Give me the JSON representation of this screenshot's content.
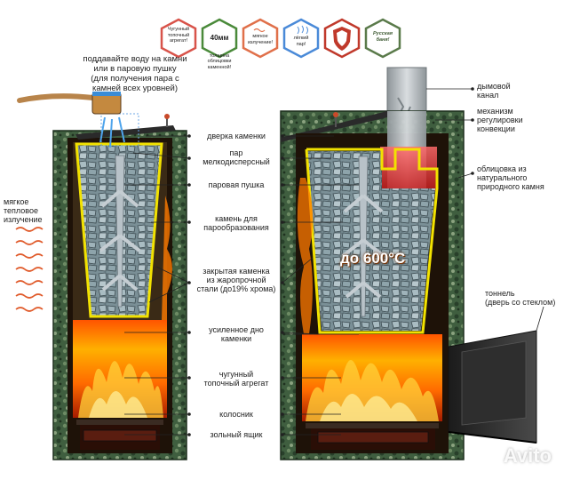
{
  "badges": [
    {
      "id": "cast-iron",
      "lines": "Чугунный\nтопочный\nагрегат!",
      "color": "#d8534a"
    },
    {
      "id": "40mm",
      "strong": "40мм",
      "lines": "толщина\nоблицовки\nкаменной!",
      "color": "#4a8a3a"
    },
    {
      "id": "soft",
      "lines": "мягкое\nизлучение!",
      "color": "#e0704a"
    },
    {
      "id": "light",
      "lines": "лёгкий\nпар!",
      "color": "#4a8ad8"
    },
    {
      "id": "shield",
      "lines": "",
      "color": "#c0392b"
    },
    {
      "id": "bath",
      "lines": "Русская\nбаня!",
      "color": "#5a7a4a"
    }
  ],
  "labels": {
    "water": "поддавайте воду на камни\nили в паровую пушку\n(для получения пара с\nкамней всех уровней)",
    "soft_heat": "мягкое\nтепловое\nизлучение",
    "stone_door": "дверка каменки",
    "steam_fine": "пар\nмелкодисперсный",
    "steam_gun": "паровая пушка",
    "stone_steam": "камень для\nпарообразования",
    "closed_heater": "закрытая каменка\nиз жаропрочной\nстали (до19% хрома)",
    "reinforced_bottom": "усиленное дно\nкаменки",
    "cast_iron_unit": "чугунный\nтопочный агрегат",
    "grate": "колосник",
    "ash_box": "зольный ящик",
    "chimney": "дымовой\nканал",
    "convection": "механизм\nрегулировки\nконвекции",
    "cladding": "облицовка из\nнатурального\nприродного камня",
    "tunnel": "тоннель\n(дверь со стеклом)"
  },
  "temperature": "до 600°С",
  "watermark": "Avito"
}
